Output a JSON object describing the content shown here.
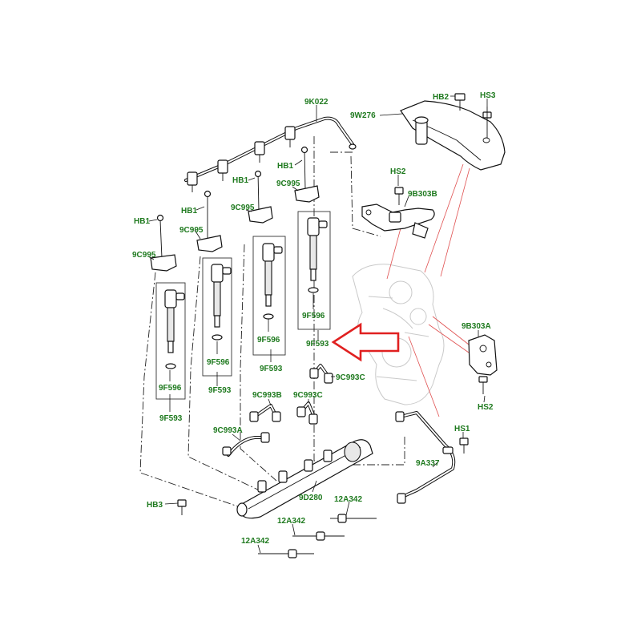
{
  "labels": [
    {
      "id": "lbl-9k022",
      "text": "9K022"
    },
    {
      "id": "lbl-hb2",
      "text": "HB2"
    },
    {
      "id": "lbl-hs3",
      "text": "HS3"
    },
    {
      "id": "lbl-9w276",
      "text": "9W276"
    },
    {
      "id": "lbl-hb1-a",
      "text": "HB1"
    },
    {
      "id": "lbl-9c995-a",
      "text": "9C995"
    },
    {
      "id": "lbl-hb1-b",
      "text": "HB1"
    },
    {
      "id": "lbl-9c995-b",
      "text": "9C995"
    },
    {
      "id": "lbl-hb1-c",
      "text": "HB1"
    },
    {
      "id": "lbl-9c995-c",
      "text": "9C995"
    },
    {
      "id": "lbl-hb1-d",
      "text": "HB1"
    },
    {
      "id": "lbl-9c995-d",
      "text": "9C995"
    },
    {
      "id": "lbl-hs2-a",
      "text": "HS2"
    },
    {
      "id": "lbl-9b303b",
      "text": "9B303B"
    },
    {
      "id": "lbl-9f596-a",
      "text": "9F596"
    },
    {
      "id": "lbl-9f596-b",
      "text": "9F596"
    },
    {
      "id": "lbl-9f596-c",
      "text": "9F596"
    },
    {
      "id": "lbl-9f596-d",
      "text": "9F596"
    },
    {
      "id": "lbl-9f593-a",
      "text": "9F593"
    },
    {
      "id": "lbl-9f593-b",
      "text": "9F593"
    },
    {
      "id": "lbl-9f593-c",
      "text": "9F593"
    },
    {
      "id": "lbl-9f593-d",
      "text": "9F593"
    },
    {
      "id": "lbl-9b303a",
      "text": "9B303A"
    },
    {
      "id": "lbl-hs2-b",
      "text": "HS2"
    },
    {
      "id": "lbl-9c993c-a",
      "text": "9C993C"
    },
    {
      "id": "lbl-9c993b",
      "text": "9C993B"
    },
    {
      "id": "lbl-9c993c-b",
      "text": "9C993C"
    },
    {
      "id": "lbl-9c993a",
      "text": "9C993A"
    },
    {
      "id": "lbl-hs1",
      "text": "HS1"
    },
    {
      "id": "lbl-9a337",
      "text": "9A337"
    },
    {
      "id": "lbl-9d280",
      "text": "9D280"
    },
    {
      "id": "lbl-12a342-a",
      "text": "12A342"
    },
    {
      "id": "lbl-12a342-b",
      "text": "12A342"
    },
    {
      "id": "lbl-12a342-c",
      "text": "12A342"
    },
    {
      "id": "lbl-hb3",
      "text": "HB3"
    }
  ],
  "colors": {
    "label": "#1f7a1f",
    "line": "#111111",
    "ghost": "#c9c9c9",
    "callout_arrow": "#e02020",
    "red_leaders": "#e05050"
  },
  "callout": {
    "icon": "left-arrow-icon",
    "target_label": "lbl-9f593-d"
  }
}
